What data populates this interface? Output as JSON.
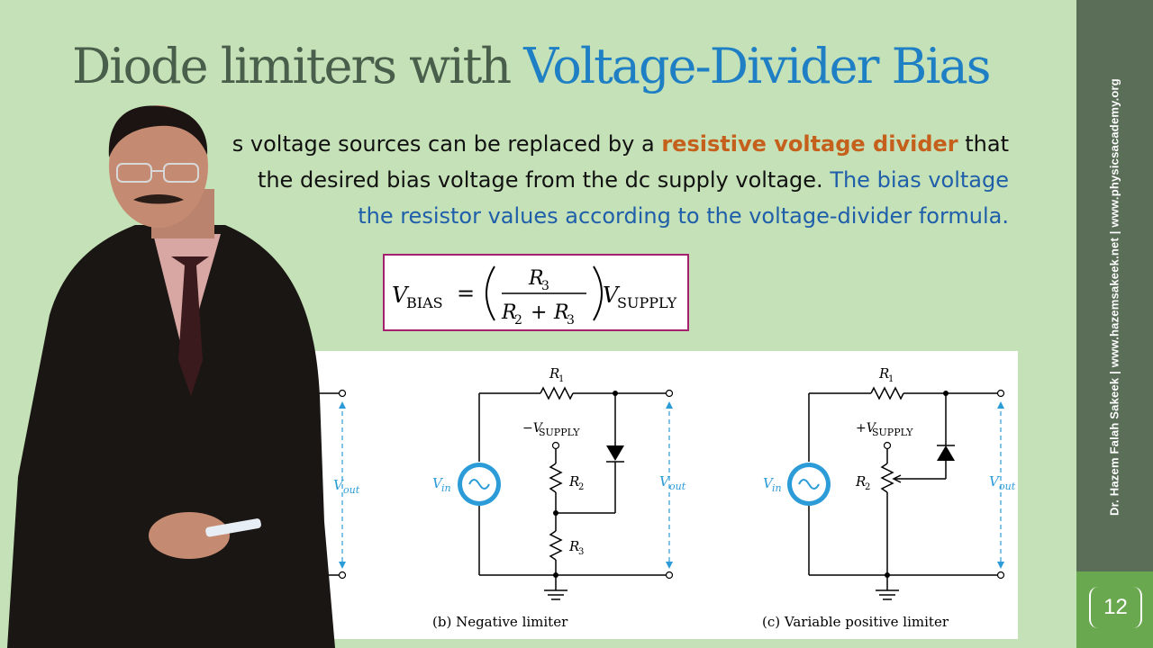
{
  "title": {
    "part1": "Diode limiters with ",
    "part2": "Voltage-Divider Bias"
  },
  "paragraph": {
    "line1_a": "s voltage sources can be replaced by a ",
    "line1_highlight": "resistive voltage divider",
    "line1_b": " that",
    "line2_a": "the desired bias voltage from the dc supply voltage. ",
    "line2_blue": "The bias voltage",
    "line3_blue": "the resistor values according to the voltage-divider formula."
  },
  "formula": {
    "lhs_var": "V",
    "lhs_sub": "BIAS",
    "equals": "=",
    "num_var": "R",
    "num_sub": "3",
    "den_var1": "R",
    "den_sub1": "2",
    "plus": "+",
    "den_var2": "R",
    "den_sub2": "3",
    "rhs_var": "V",
    "rhs_sub": "SUPPLY"
  },
  "figure": {
    "left_partial": {
      "vout": "V",
      "vout_sub": "out"
    },
    "circuit_b": {
      "r1": "R",
      "r1_sub": "1",
      "supply_prefix": "−V",
      "supply_sub": "SUPPLY",
      "r2": "R",
      "r2_sub": "2",
      "r3": "R",
      "r3_sub": "3",
      "vin": "V",
      "vin_sub": "in",
      "vout": "V",
      "vout_sub": "out",
      "caption": "(b) Negative limiter"
    },
    "circuit_c": {
      "r1": "R",
      "r1_sub": "1",
      "supply_prefix": "+V",
      "supply_sub": "SUPPLY",
      "r2": "R",
      "r2_sub": "2",
      "vin": "V",
      "vin_sub": "in",
      "vout": "V",
      "vout_sub": "out",
      "caption": "(c) Variable positive limiter"
    }
  },
  "sidebar": {
    "credit": "Dr. Hazem Falah Sakeek  |  www.hazemsakeek.net  |  www.physicsacademy.org",
    "page_number": "12"
  },
  "colors": {
    "background": "#c5e1b7",
    "title_gray": "#4a5f4b",
    "title_blue": "#1f7fc4",
    "highlight_orange": "#c5601c",
    "text_blue": "#1f5faa",
    "formula_border": "#a5216f",
    "sidebar": "#5a6e58",
    "page_box": "#6aa84f",
    "circuit_blue": "#2b9cd8"
  }
}
